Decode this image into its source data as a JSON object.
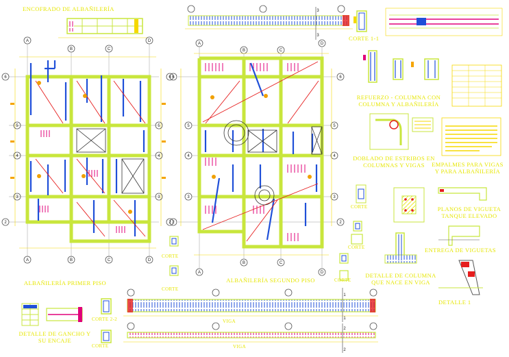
{
  "titles": {
    "detail_top_left": "Encofrado de albañilería",
    "plan_first_floor": "Albañilería primer piso",
    "plan_second_floor": "Albañilería segundo piso",
    "section_beam_rebar": "Refuerzo - columna con columna y albañilería",
    "corte_top": "Corte 1-1",
    "stirrup_bend": "Doblado de estribos en columnas y vigas",
    "beam_splice": "Empalmes para vigas y para albañilería",
    "plan_vigueta": "Planos de vigueta tanque elevado",
    "column_detail": "Detalle de columna que nace en viga",
    "overlap_vigueta": "Entrega de viguetas",
    "detalle_1": "Detalle 1",
    "detail_hook": "Detalle de gancho y su encaje",
    "corte_2": "Corte 2-2",
    "beam_elev_1": "Viga",
    "beam_elev_2": "Viga",
    "misc_1": "Corte",
    "misc_2": "Corte",
    "misc_3": "Corte",
    "misc_4": "Corte",
    "misc_5": "Corte",
    "misc_6": "Corte"
  },
  "grid_letters": [
    "A",
    "B",
    "C",
    "D"
  ],
  "grid_numbers": [
    "6",
    "5",
    "4",
    "3",
    "2"
  ],
  "section_marks": [
    "1",
    "1",
    "2",
    "2",
    "3",
    "3"
  ],
  "colors": {
    "background": "#ffffff",
    "wall": "#c8e63c",
    "dimension": "#f5d800",
    "rebar_blue": "#1f4fd8",
    "rebar_magenta": "#e0007a",
    "annotation_red": "#e61e1e",
    "outline": "#6b6b6b"
  }
}
